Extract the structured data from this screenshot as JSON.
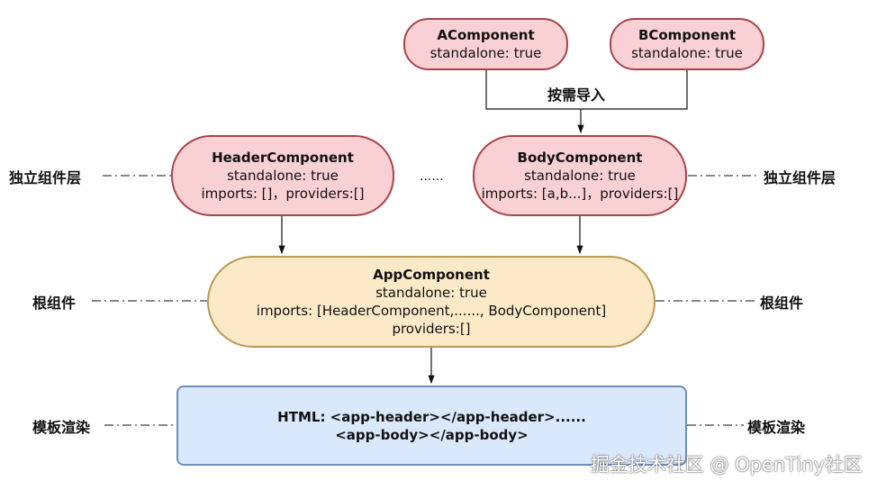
{
  "diagram": {
    "a_component": {
      "title": "AComponent",
      "line1": "standalone: true"
    },
    "b_component": {
      "title": "BComponent",
      "line1": "standalone: true"
    },
    "import_on_demand": "按需导入",
    "header_component": {
      "title": "HeaderComponent",
      "line1": "standalone: true",
      "line2": "imports: []，providers:[]"
    },
    "body_component": {
      "title": "BodyComponent",
      "line1": "standalone: true",
      "line2": "imports: [a,b...]，providers:[]"
    },
    "ellipsis": "......",
    "app_component": {
      "title": "AppComponent",
      "line1": "standalone: true",
      "line2": "imports: [HeaderComponent,......, BodyComponent]",
      "line3": "providers:[]"
    },
    "template_box": {
      "line1": "HTML: <app-header></app-header>......",
      "line2": "<app-body></app-body>"
    },
    "layer_labels": {
      "standalone_layer": "独立组件层",
      "root_component": "根组件",
      "template_render": "模板渲染"
    }
  },
  "watermark": "掘金技术社区 @ OpenTiny社区",
  "colors": {
    "pink_fill": "#f9d0d3",
    "pink_border": "#a8444a",
    "app_fill": "#fbe9c8",
    "app_border": "#b89a55",
    "html_fill": "#dae8fc",
    "html_border": "#6c8ebf"
  }
}
